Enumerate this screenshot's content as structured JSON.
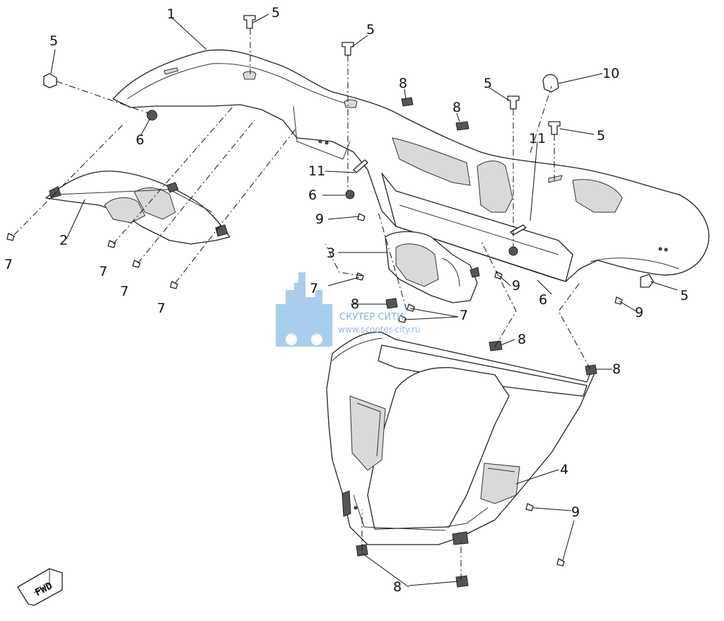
{
  "callouts": [
    "1",
    "2",
    "3",
    "4",
    "5",
    "6",
    "7",
    "8",
    "9",
    "10",
    "11"
  ],
  "watermark": {
    "line1": "СКУТЕР СИТИ",
    "line2": "www.scooter-city.ru",
    "color": "#6fa8dc"
  },
  "direction_marker": {
    "label": "FWD"
  }
}
